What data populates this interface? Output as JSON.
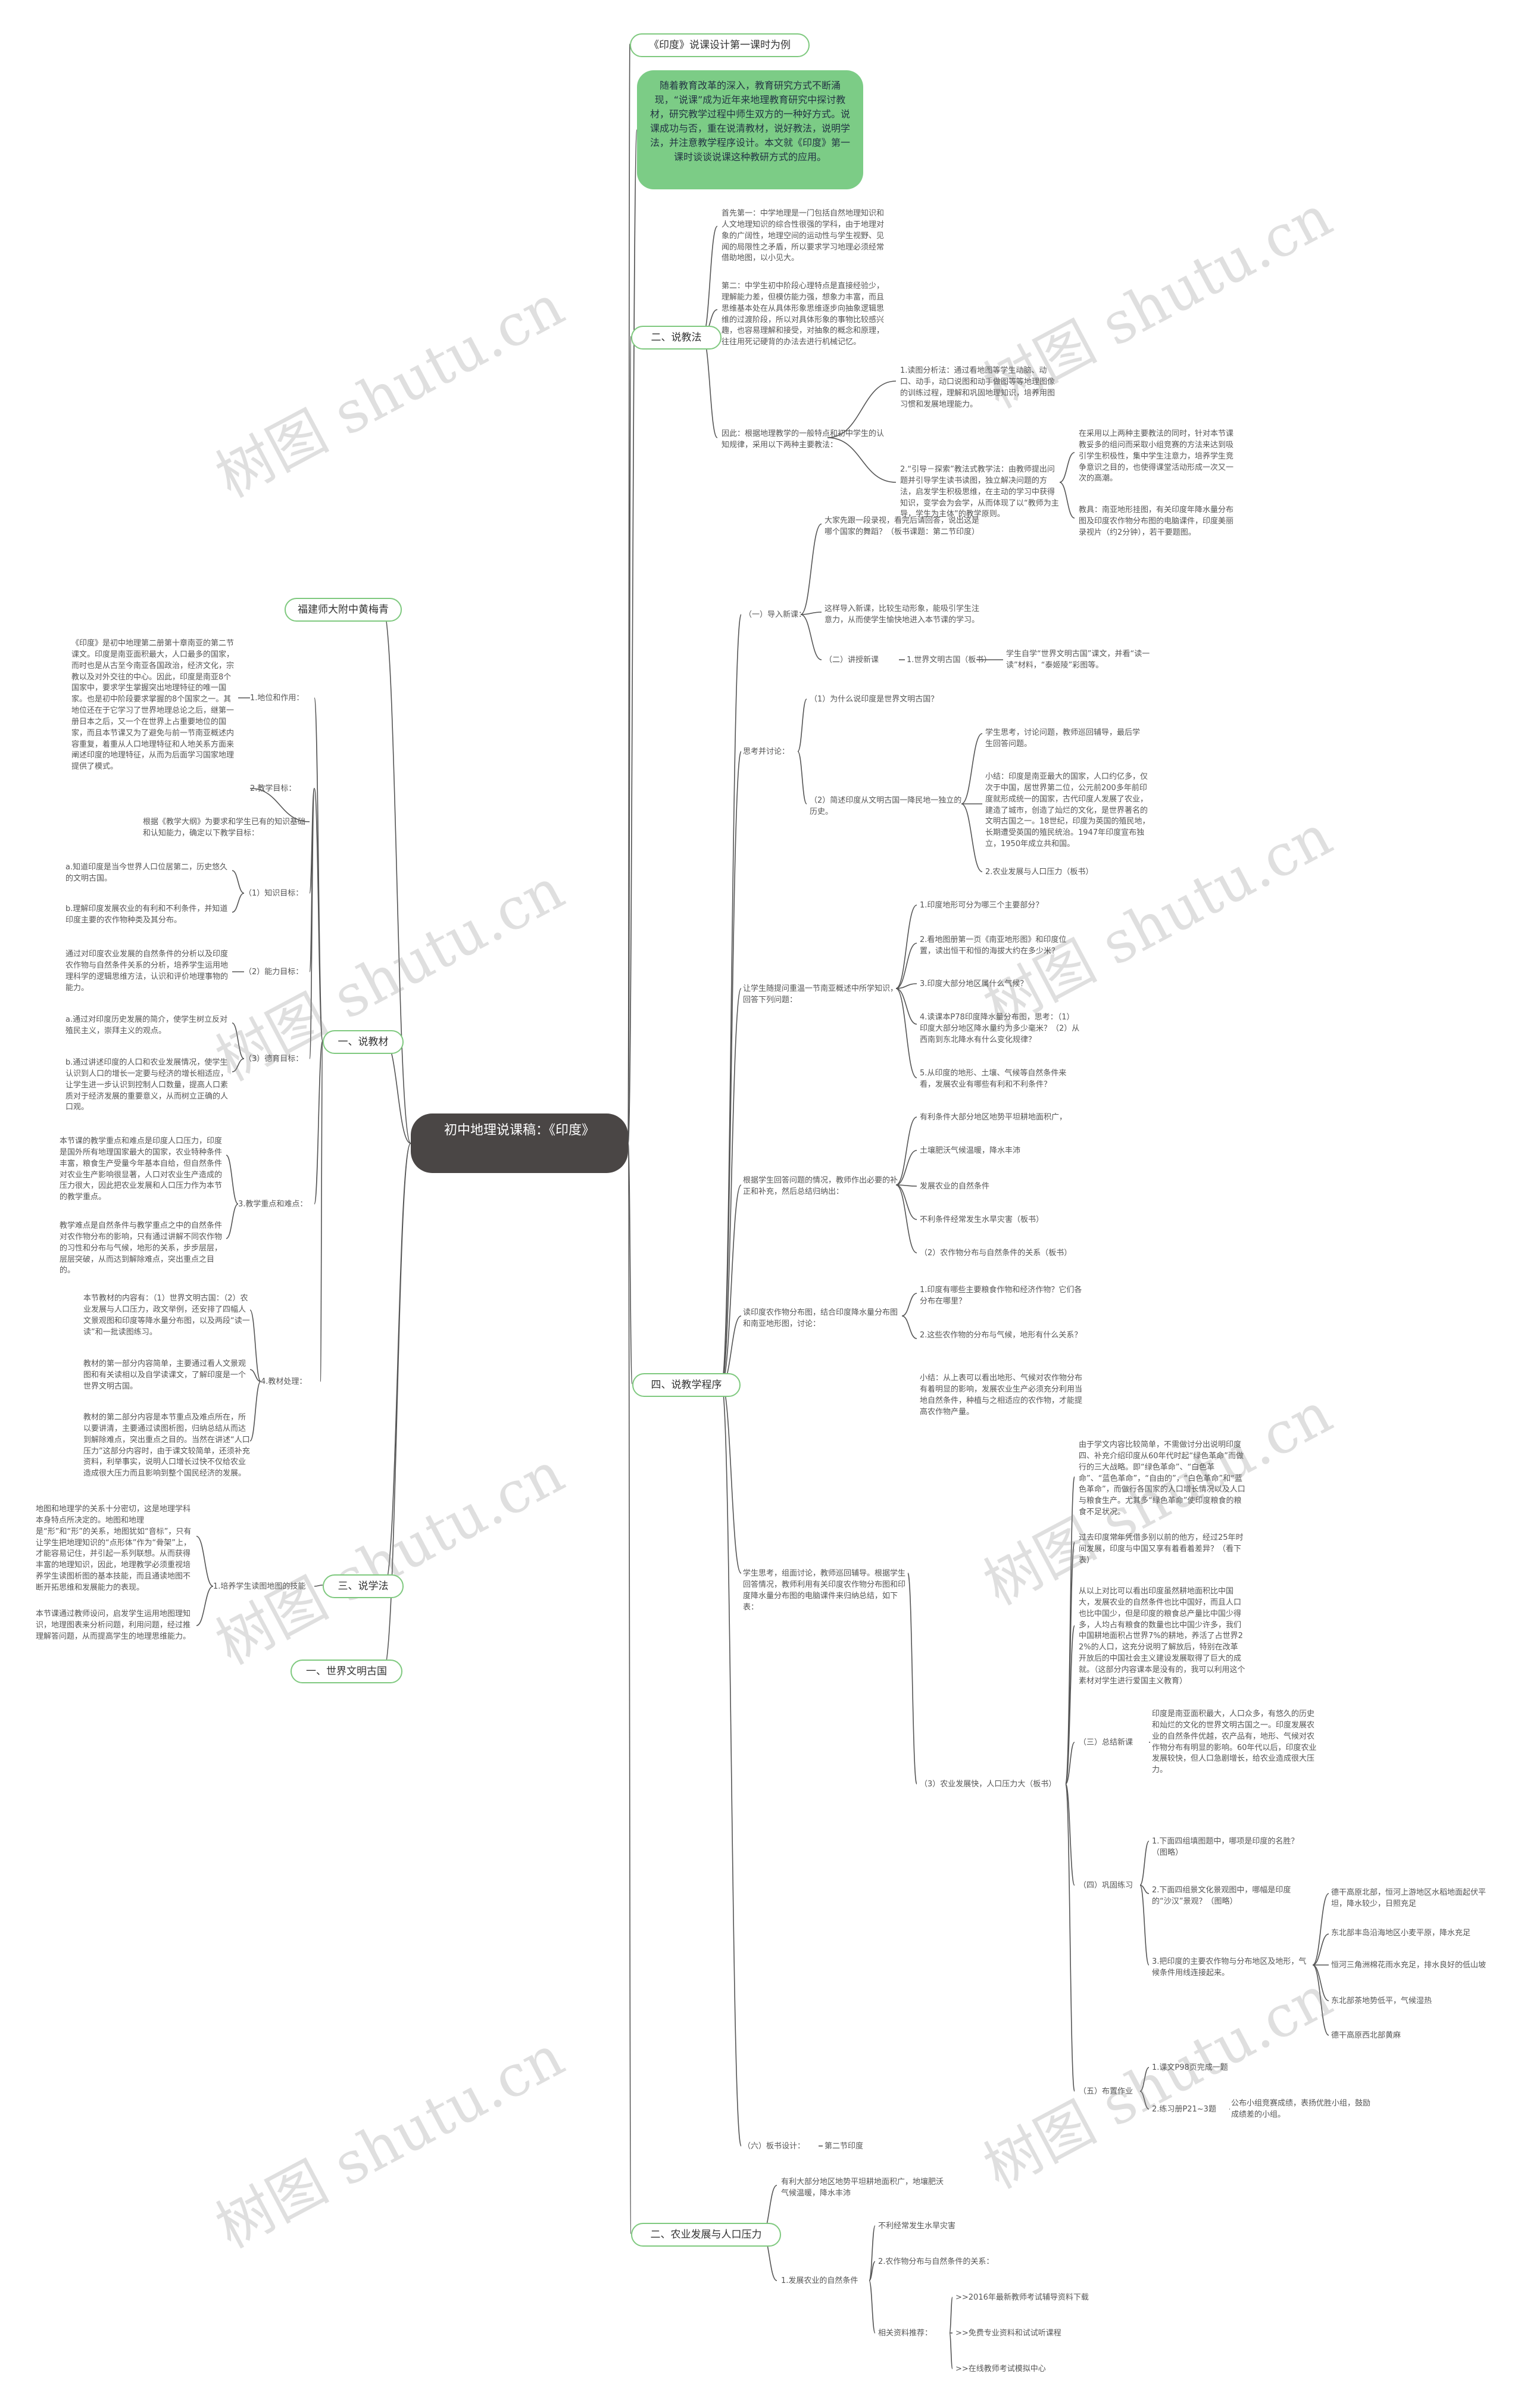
{
  "center": "初中地理说课稿：《印度》",
  "watermark": "树图 shutu.cn",
  "right": {
    "r1": "《印度》说课设计第一课时为例",
    "r2": "随着教育改革的深入，教育研究方式不断涌现，“说课”成为近年来地理教育研究中探讨教材，研究教学过程中师生双方的一种好方式。说课成功与否，重在说清教材，说好教法，说明学法，并注意教学程序设计。本文就《印度》第一课时谈谈说课这种教研方式的应用。",
    "shuojiaofa": {
      "label": "二、说教法",
      "a": "首先第一：中学地理是一门包括自然地理知识和人文地理知识的综合性很强的学科，由于地理对象的广阔性，地理空间的运动性与学生视野、见闻的局限性之矛盾，所以要求学习地理必须经常借助地图，以小见大。",
      "b": "第二：中学生初中阶段心理特点是直接经验少，理解能力差，但模仿能力强，想象力丰富，而且思维基本处在从具体形象思维逐步向抽象逻辑思维的过渡阶段，所以对具体形象的事物比较感兴趣，也容易理解和接受，对抽象的概念和原理，往往用死记硬背的办法去进行机械记忆。",
      "c": "因此：根据地理教学的一般特点和初中学生的认知规律，采用以下两种主要教法：",
      "c1": "1.读图分析法：通过看地图等学生动脑、动口、动手，动口说图和动手做图等等地理图像的训练过程，理解和巩固地理知识，培养用图习惯和发展地理能力。",
      "c2": "2.“引导－探索”教法式教学法：由教师提出问题并引导学生读书读图，独立解决问题的方法，启发学生积极思维，在主动的学习中获得知识，变学会为会学，从而体现了以“教师为主导，学生为主体”的教学原则。",
      "c2a": "在采用以上两种主要教法的同时，针对本节课教妥多的组问而采取小组竞赛的方法来达到吸引学生积极性，集中学生注意力，培养学生竞争意识之目的，也使得课堂活动形成一次又一次的高潮。",
      "c2b": "教具：南亚地形挂图，有关印度年降水量分布图及印度农作物分布图的电脑课件，印度美丽录视片（约2分钟），若干要题图。"
    },
    "shuochengxu": {
      "label": "四、说教学程序",
      "daoru": {
        "label": "（一）导入新课：",
        "d1": "大家先跟一段录视，看完后请回答，说出这是哪个国家的舞蹈？（板书课题：第二节印度）",
        "d2": "这样导入新课，比较生动形象，能吸引学生注意力，从而使学生愉快地进入本节课的学习。",
        "d3": "（二）讲授新课",
        "d3a": "1.世界文明古国（板书）",
        "d3b": "学生自学“世界文明古国”课文，并看“读一读”材料，“泰姬陵”彩图等。"
      },
      "sikao": {
        "label": "思考并讨论：",
        "q1": "（1）为什么说印度是世界文明古国？",
        "q2": "（2）简述印度从文明古国一降民地一独立的历史。",
        "q2a": "学生思考，讨论问题，教师巡回辅导，最后学生回答问题。",
        "q2b": "小结：印度是南亚最大的国家，人口约亿多，仅次于中国，居世界第二位，公元前200多年前印度就形成统一的国家，古代印度人发展了农业，建造了城市，创造了灿烂的文化，是世界著名的文明古国之一。18世纪，印度为英国的殖民地，长期遭受英国的殖民统治。1947年印度宣布独立，1950年成立共和国。",
        "q2c": "2.农业发展与人口压力（板书）"
      },
      "xiezhi": {
        "label": "让学生随提问重温一节南亚概述中所学知识，回答下列问题：",
        "x1": "1.印度地形可分为哪三个主要部分？",
        "x2": "2.看地图册第一页《南亚地形图》和印度位置，读出恒干和恒的海拔大约在多少米？",
        "x3": "3.印度大部分地区属什么气候？",
        "x4": "4.读课本P78印度降水量分布图，思考：（1）印度大部分地区降水量约为多少毫米？（2）从西南到东北降水有什么变化规律？",
        "x5": "5.从印度的地形、土壤、气候等自然条件来看，发展农业有哪些有利和不利条件？"
      },
      "genju": {
        "label": "根据学生回答问题的情况，教师作出必要的补正和补充，然后总结归纳出：",
        "g1": "有利条件大部分地区地势平坦耕地面积广，",
        "g2": "土壤肥沃气候温暖，降水丰沛",
        "g3": "发展农业的自然条件",
        "g4": "不利条件经常发生水旱灾害（板书）",
        "g5": "（2）农作物分布与自然条件的关系（板书）"
      },
      "duitu": {
        "label": "读印度农作物分布图，结合印度降水量分布图和南亚地形图，讨论：",
        "t1": "1.印度有哪些主要粮食作物和经济作物？它们各分布在哪里？",
        "t2": "2.这些农作物的分布与气候，地形有什么关系？"
      },
      "xiaojie": "小结：从上表可以看出地形、气候对农作物分布有着明显的影响，发展农业生产必须充分利用当地自然条件，种植与之相适应的农作物，才能提高农作物产量。",
      "fasheng": {
        "label": "学生思考，组面讨论，教师巡回辅导。根据学生回答情况，教师利用有关印度农作物分布图和印度降水量分布图的电脑课件来归纳总结，如下表：",
        "p3": "（3）农业发展快，人口压力大（板书）",
        "s1": "由于学文内容比较简单，不需做讨分出说明印度四、补充介绍印度从60年代时起“绿色革命”而做行的三大战略。即“绿色革命”、“白色革命”、“蓝色革命”，“自由的”，“白色革命”和“蓝色革命”，而做行各国家的人口增长情况以及人口与粮食生产。尤其多“绿色革命”使印度粮食的粮食不足状况。",
        "s2": "过去印度常年凭借多别以前的他方，经过25年时间发展，印度与中国又享有着看着差异？（看下表）",
        "s3": "从以上对比可以看出印度虽然耕地面积比中国大，发展农业的自然条件也比中国好，而且人口也比中国少，但是印度的粮食总产量比中国少得多，人均占有粮食的数量也比中国少许多，我们中国耕地面积占世界7%的耕地，养活了占世界22%的人口，这充分说明了解放后，特别在改革开放后的中国社会主义建设发展取得了巨大的成就。（这部分内容课本是没有的，我可以利用这个素材对学生进行爱国主义教育）",
        "zongjie": "（三）总结新课",
        "zj1": "印度是南亚面积最大，人口众多，有悠久的历史和灿烂的文化的世界文明古国之一。印度发展农业的自然条件优越，农产品有，地形、气候对农作物分布有明显的影响。60年代以后，印度农业发展较快，但人口急剧增长，给农业造成很大压力。",
        "lianxi": "（四）巩固练习",
        "l1": "1.下面四组填图题中，哪项是印度的名胜？（图略）",
        "l2": "2.下面四组景文化景观图中，哪幅是印度的“沙汉”景观？（图略）",
        "l3": "3.把印度的主要农作物与分布地区及地形，气候条件用线连接起来。",
        "l3a": "德干高原北部，恒河上游地区水稻地面起伏平坦，降水较少，日照充足",
        "l3b": "东北部丰岛沿海地区小麦平原，降水充足",
        "l3c": "恒河三角洲棉花雨水充足，排水良好的低山坡",
        "l3d": "东北部茶地势低平，气候湿热",
        "l3e": "德干高原西北部黄麻",
        "zuoye": "（五）布置作业",
        "z1": "1.课文P98页完成一题",
        "z2": "2.练习册P21~3题",
        "z2a": "公布小组竞赛成绩，表扬优胜小组，鼓励成绩差的小组。"
      },
      "banshu": "（六）板书设计：",
      "banshu_val": "第二节印度"
    },
    "nongye": {
      "label": "二、农业发展与人口压力",
      "n1": "有利大部分地区地势平坦耕地面积广，地壤肥沃气候温暖，降水丰沛",
      "n2": "1.发展农业的自然条件",
      "n2a": "不利经常发生水旱灾害",
      "n2b": "2.农作物分布与自然条件的关系：",
      "xiangguan": "相关资料推荐：",
      "x1": ">>2016年最新教师考试辅导资料下载",
      "x2": ">>免费专业资料和试试听课程",
      "x3": ">>在线教师考试模拟中心"
    }
  },
  "left": {
    "top": "福建师大附中黄梅青",
    "shuojiaocai": {
      "label": "一、说教材",
      "diwei": "1.地位和作用：",
      "diwei_txt": "《印度》是初中地理第二册第十章南亚的第二节课文。印度是南亚面积最大，人口最多的国家，而时也是从古至今南亚各国政治，经济文化，宗教以及对外交往的中心。因此，印度是南亚8个国家中，要求学生掌握突出地理特征的唯一国家。也是初中阶段要求掌握的8个国家之一。其地位还在于它学习了世界地理总论之后，继第一册日本之后，又一个在世界上占重要地位的国家，而且本节课又为了避免与前一节南亚概述内容重复，着重从人口地理特征和人地关系方面来阐述印度的地理特征，从而为后面学习国家地理提供了模式。",
      "mubiao": "2.教学目标：",
      "mubiao_txt": "根据《教学大纲》为要求和学生已有的知识基础和认知能力，确定以下教学目标：",
      "zhishi": "（1）知识目标：",
      "zhishi_a": "a.知道印度是当今世界人口位居第二，历史悠久的文明古国。",
      "zhishi_b": "b.理解印度发展农业的有利和不利条件，并知道印度主要的农作物种类及其分布。",
      "nengli": "（2）能力目标：",
      "nengli_txt": "通过对印度农业发展的自然条件的分析以及印度农作物与自然条件关系的分析，培养学生运用地理科学的逻辑思维方法，认识和评价地理事物的能力。",
      "deyu": "（3）德育目标：",
      "deyu_a": "a.通过对印度历史发展的简介，使学生树立反对殖民主义，崇拜主义的观点。",
      "deyu_b": "b.通过讲述印度的人口和农业发展情况，使学生认识到人口的增长一定要与经济的增长相适应，让学生进一步认识到控制人口数量，提高人口素质对于经济发展的重要意义，从而树立正确的人口观。",
      "zhongdian": "3.教学重点和难点：",
      "zhongdian_a": "本节课的教学重点和难点是印度人口压力，印度是国外所有地理国家最大的国家，农业特种条件丰富，粮食生产受量今年基本自给，但自然条件对农业生产影响很显著，人口对农业生产造成的压力很大，因此把农业发展和人口压力作为本节的教学重点。",
      "zhongdian_b": "教学难点是自然条件与教学重点之中的自然条件对农作物分布的影响，只有通过讲解不同农作物的习性和分布与气候，地形的关系，步步层层，层层突破，从而达到解除难点，突出重点之目的。",
      "chuli": "4.教材处理：",
      "chuli_a": "本节教材的内容有：（1）世界文明古国：（2）农业发展与人口压力，政文举例，还安排了四幅人文景观图和印度等降水量分布图，以及两段“读一读”和一批读图练习。",
      "chuli_b": "教材的第一部分内容简单，主要通过看人文景观图和有关读相以及自学读课文，了解印度是一个世界文明古国。",
      "chuli_c": "教材的第二部分内容是本节重点及难点所在，所以要讲清，主要通过读图析图，归纳总结从而达到解除难点，突出重点之目的。当然在讲述“人口压力”这部分内容时，由于课文较简单，还须补充资料，利举事实，说明人口增长过快不仅给农业造成很大压力而且影响到整个国民经济的发展。"
    },
    "shuoxuefa": {
      "label": "三、说学法",
      "item": "1.培养学生读图地图的技能",
      "a": "地图和地理学的关系十分密切，这是地理学科本身特点所决定的。地图和地理是“形”和“形”的关系，地图犹如“音标”，只有让学生把地理知识的“点形体”作为“骨架”上，才能容易记住，并引起一系列联想。从而获得丰富的地理知识，因此，地理教学必须重视培养学生读图析图的基本技能，而且通读地图不断开拓思维和发展能力的表现。",
      "b": "本节课通过教师设问，启发学生运用地图理知识，地理图表来分析问题，利用问题，经过推理解答问题，从而提高学生的地理思维能力。"
    },
    "wenming": "一、世界文明古国"
  }
}
